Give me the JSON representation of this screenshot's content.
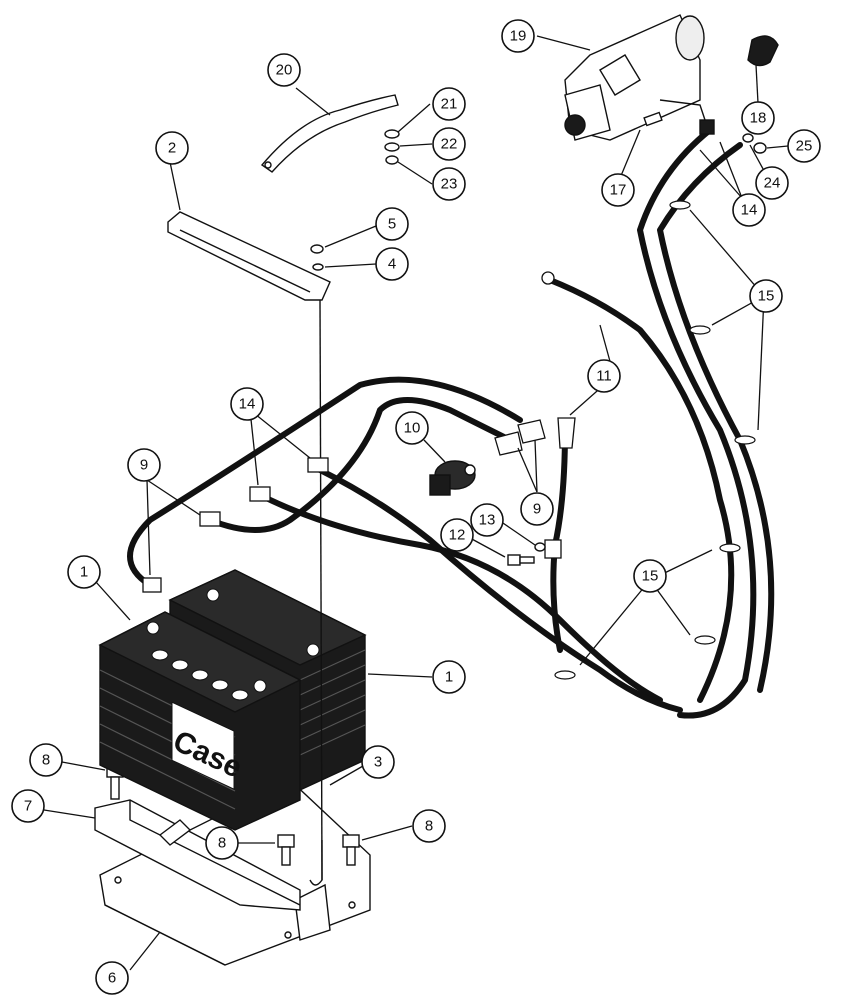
{
  "diagram": {
    "brand_text": "Case",
    "callouts": [
      {
        "id": "c1a",
        "label": "1"
      },
      {
        "id": "c1b",
        "label": "1"
      },
      {
        "id": "c2",
        "label": "2"
      },
      {
        "id": "c3",
        "label": "3"
      },
      {
        "id": "c4",
        "label": "4"
      },
      {
        "id": "c5",
        "label": "5"
      },
      {
        "id": "c6",
        "label": "6"
      },
      {
        "id": "c7",
        "label": "7"
      },
      {
        "id": "c8a",
        "label": "8"
      },
      {
        "id": "c8b",
        "label": "8"
      },
      {
        "id": "c8c",
        "label": "8"
      },
      {
        "id": "c9a",
        "label": "9"
      },
      {
        "id": "c9b",
        "label": "9"
      },
      {
        "id": "c10",
        "label": "10"
      },
      {
        "id": "c11",
        "label": "11"
      },
      {
        "id": "c12",
        "label": "12"
      },
      {
        "id": "c13",
        "label": "13"
      },
      {
        "id": "c14a",
        "label": "14"
      },
      {
        "id": "c14b",
        "label": "14"
      },
      {
        "id": "c15a",
        "label": "15"
      },
      {
        "id": "c15b",
        "label": "15"
      },
      {
        "id": "c17",
        "label": "17"
      },
      {
        "id": "c18",
        "label": "18"
      },
      {
        "id": "c19",
        "label": "19"
      },
      {
        "id": "c20",
        "label": "20"
      },
      {
        "id": "c21",
        "label": "21"
      },
      {
        "id": "c22",
        "label": "22"
      },
      {
        "id": "c23",
        "label": "23"
      },
      {
        "id": "c24",
        "label": "24"
      },
      {
        "id": "c25",
        "label": "25"
      }
    ]
  }
}
